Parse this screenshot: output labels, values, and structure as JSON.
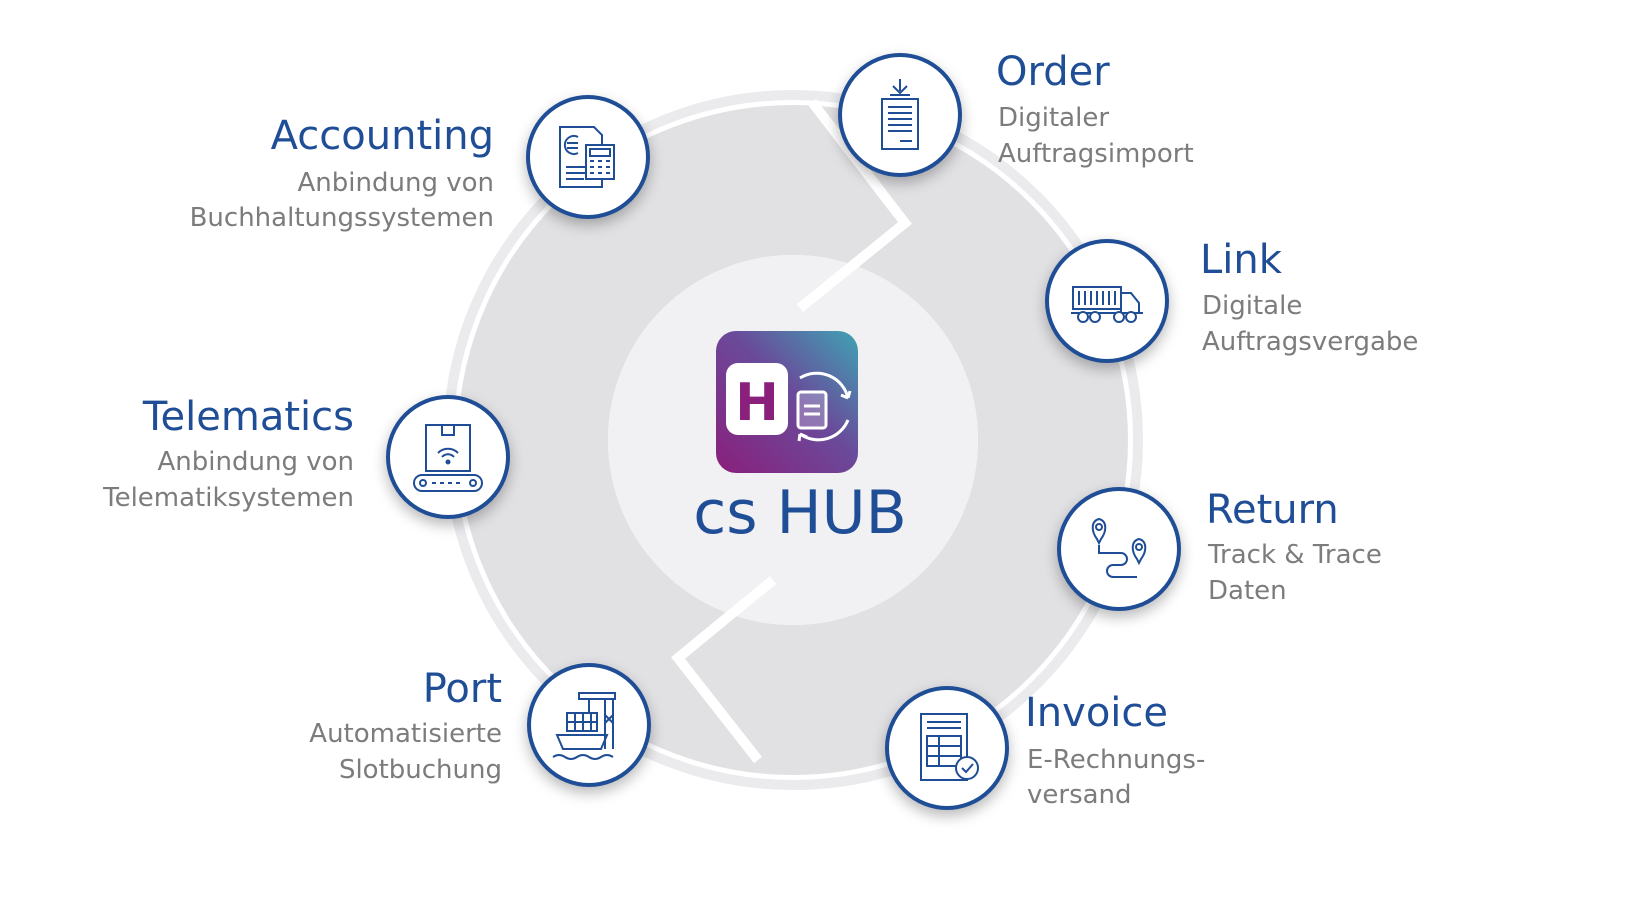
{
  "hub": {
    "name": "cs HUB",
    "logo_letter": "H"
  },
  "modules": {
    "accounting": {
      "title": "Accounting",
      "desc1": "Anbindung von",
      "desc2": "Buchhaltungssystemen",
      "icon": "invoice-euro-calculator-icon"
    },
    "order": {
      "title": "Order",
      "desc1": "Digitaler",
      "desc2": "Auftragsimport",
      "icon": "document-import-icon"
    },
    "link": {
      "title": "Link",
      "desc1": "Digitale",
      "desc2": "Auftragsvergabe",
      "icon": "truck-icon"
    },
    "telematics": {
      "title": "Telematics",
      "desc1": "Anbindung von",
      "desc2": "Telematiksystemen",
      "icon": "conveyor-wifi-icon"
    },
    "return": {
      "title": "Return",
      "desc1": "Track & Trace",
      "desc2": "Daten",
      "icon": "route-pins-icon"
    },
    "port": {
      "title": "Port",
      "desc1": "Automatisierte",
      "desc2": "Slotbuchung",
      "icon": "port-crane-ship-icon"
    },
    "invoice": {
      "title": "Invoice",
      "desc1": "E-Rechnungs-",
      "desc2": "versand",
      "icon": "e-invoice-check-icon"
    }
  },
  "colors": {
    "brand_blue": "#1f4e96",
    "text_gray": "#7c7c7c",
    "ring_gray": "#e1e1e4",
    "logo_gradient": [
      "#8a1f7c",
      "#6a4a9a",
      "#3fa3b4"
    ]
  }
}
